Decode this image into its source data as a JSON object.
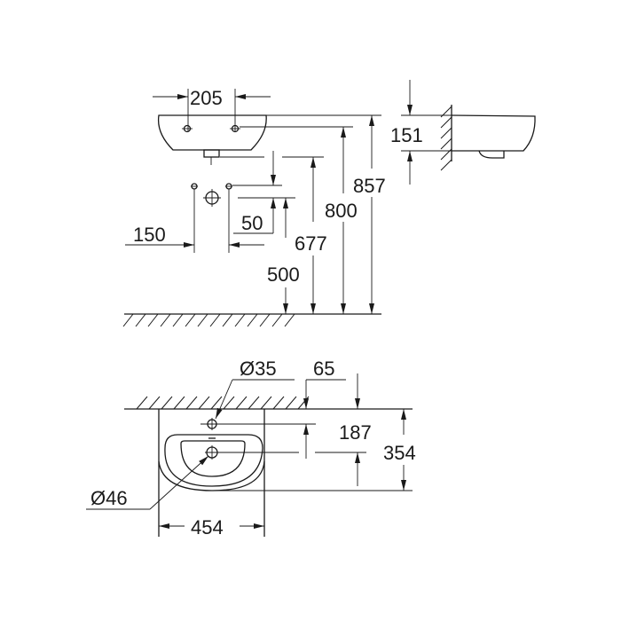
{
  "front_view": {
    "hole_spacing": "205",
    "wall_hole_offset": "150",
    "wall_hole_height_delta": "50",
    "wall_outlet_height": "500",
    "drain_height": "677",
    "tap_hole_height": "800",
    "rim_height": "857"
  },
  "side_view": {
    "basin_height": "151"
  },
  "plan_view": {
    "tap_hole_diameter": "Ø35",
    "tap_hole_offset": "65",
    "drain_offset": "187",
    "depth": "354",
    "drain_diameter": "Ø46",
    "width": "454"
  },
  "colors": {
    "line": "#1a1a1a",
    "background": "#ffffff"
  }
}
